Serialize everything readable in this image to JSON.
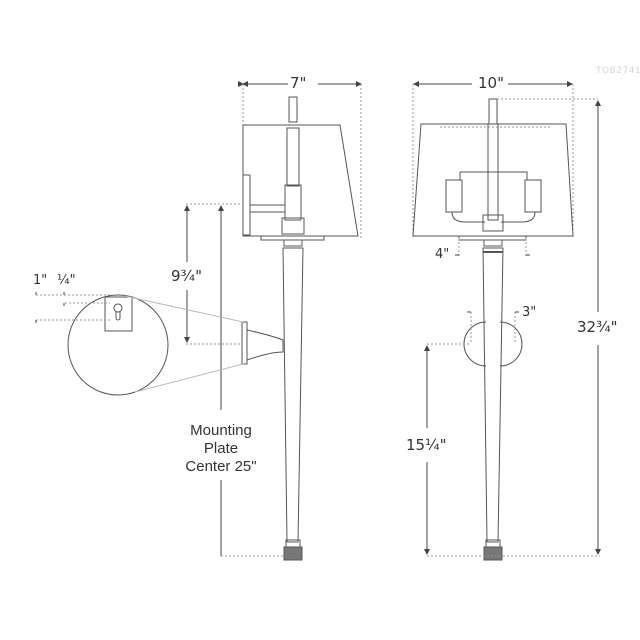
{
  "watermark": "TOB2741",
  "side_view": {
    "width_label": "7\"",
    "height_to_plate_label": "9¾\"",
    "mounting_plate_center": {
      "line1": "Mounting",
      "line2": "Plate",
      "line3": "Center 25\""
    }
  },
  "detail": {
    "label_1": "1\"",
    "label_2": "¼\""
  },
  "front_view": {
    "width_label": "10\"",
    "base_width_label": "4\"",
    "plate_width_label": "3\"",
    "plate_height_label": "15¼\"",
    "overall_height_label": "32¾\""
  },
  "colors": {
    "line": "#555555",
    "dim_line": "#777777",
    "text": "#333333"
  }
}
